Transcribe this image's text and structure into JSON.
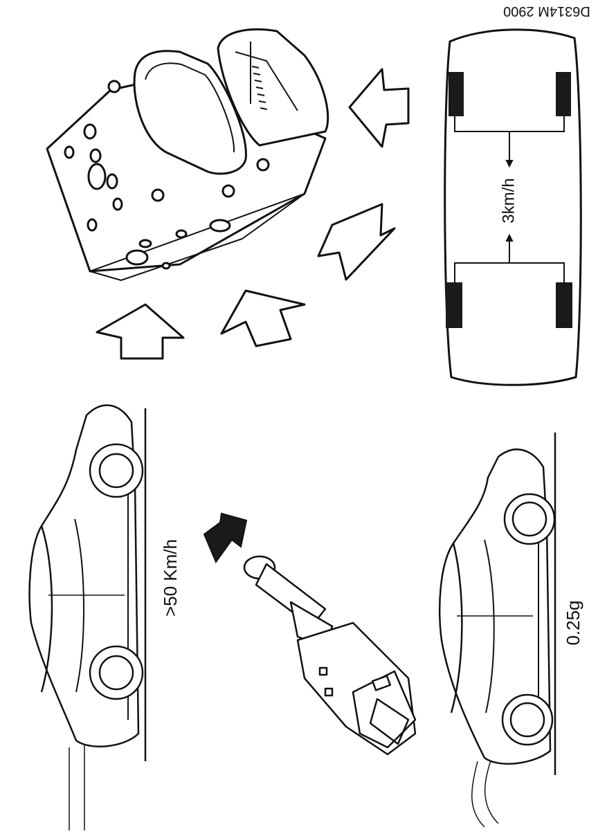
{
  "labels": {
    "speed_threshold": ">50 Km/h",
    "deceleration": "0.25g",
    "speed_difference": "3km/h",
    "figure_code": "D6314M 2900"
  },
  "colors": {
    "ink": "#111111",
    "paper": "#ffffff",
    "tyre": "#1a1a1a"
  },
  "icons": {
    "brake_arrow": "solid-arrow-icon",
    "signal_arrows": "outline-arrow-icon"
  }
}
